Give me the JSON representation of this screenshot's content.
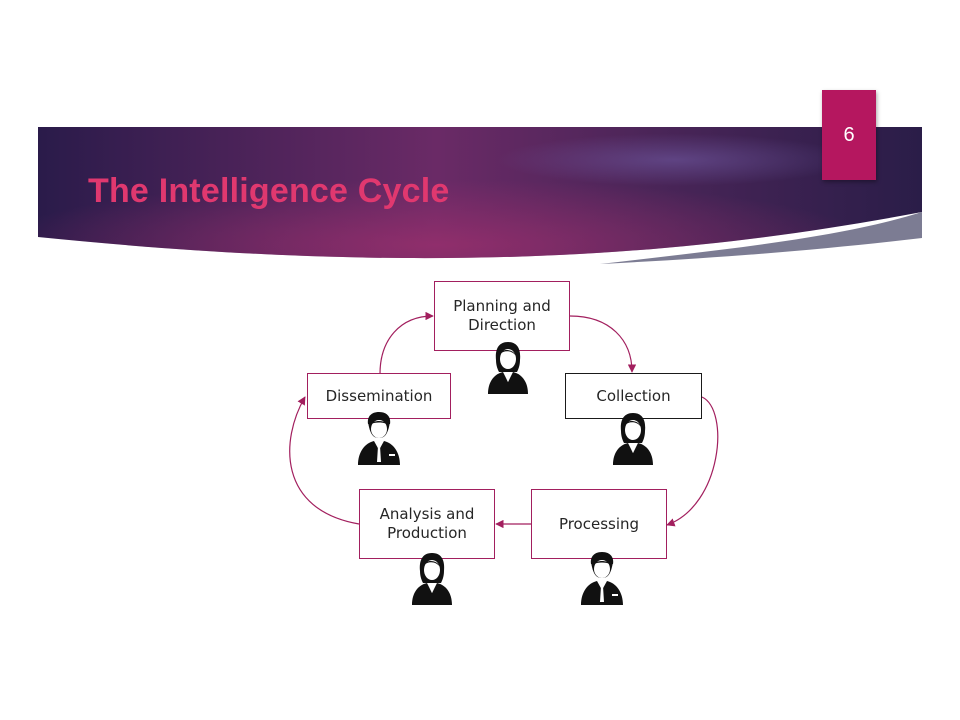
{
  "slide": {
    "title": "The Intelligence Cycle",
    "page_number": "6"
  },
  "colors": {
    "banner_dark": "#2a1b4a",
    "banner_magenta": "#8a2a6b",
    "accent": "#b5175f",
    "title": "#e0386f",
    "node_border": "#a21f5e",
    "arrow": "#a21f5e"
  },
  "diagram": {
    "nodes": [
      {
        "id": "planning",
        "label": "Planning and Direction",
        "icon": "businesswoman-icon"
      },
      {
        "id": "collection",
        "label": "Collection",
        "icon": "businesswoman-icon"
      },
      {
        "id": "processing",
        "label": "Processing",
        "icon": "businessman-icon"
      },
      {
        "id": "analysis",
        "label": "Analysis and Production",
        "icon": "businesswoman-icon"
      },
      {
        "id": "dissemination",
        "label": "Dissemination",
        "icon": "businessman-icon"
      }
    ],
    "edges": [
      {
        "from": "planning",
        "to": "collection"
      },
      {
        "from": "collection",
        "to": "processing"
      },
      {
        "from": "processing",
        "to": "analysis"
      },
      {
        "from": "analysis",
        "to": "dissemination"
      },
      {
        "from": "dissemination",
        "to": "planning"
      }
    ]
  }
}
